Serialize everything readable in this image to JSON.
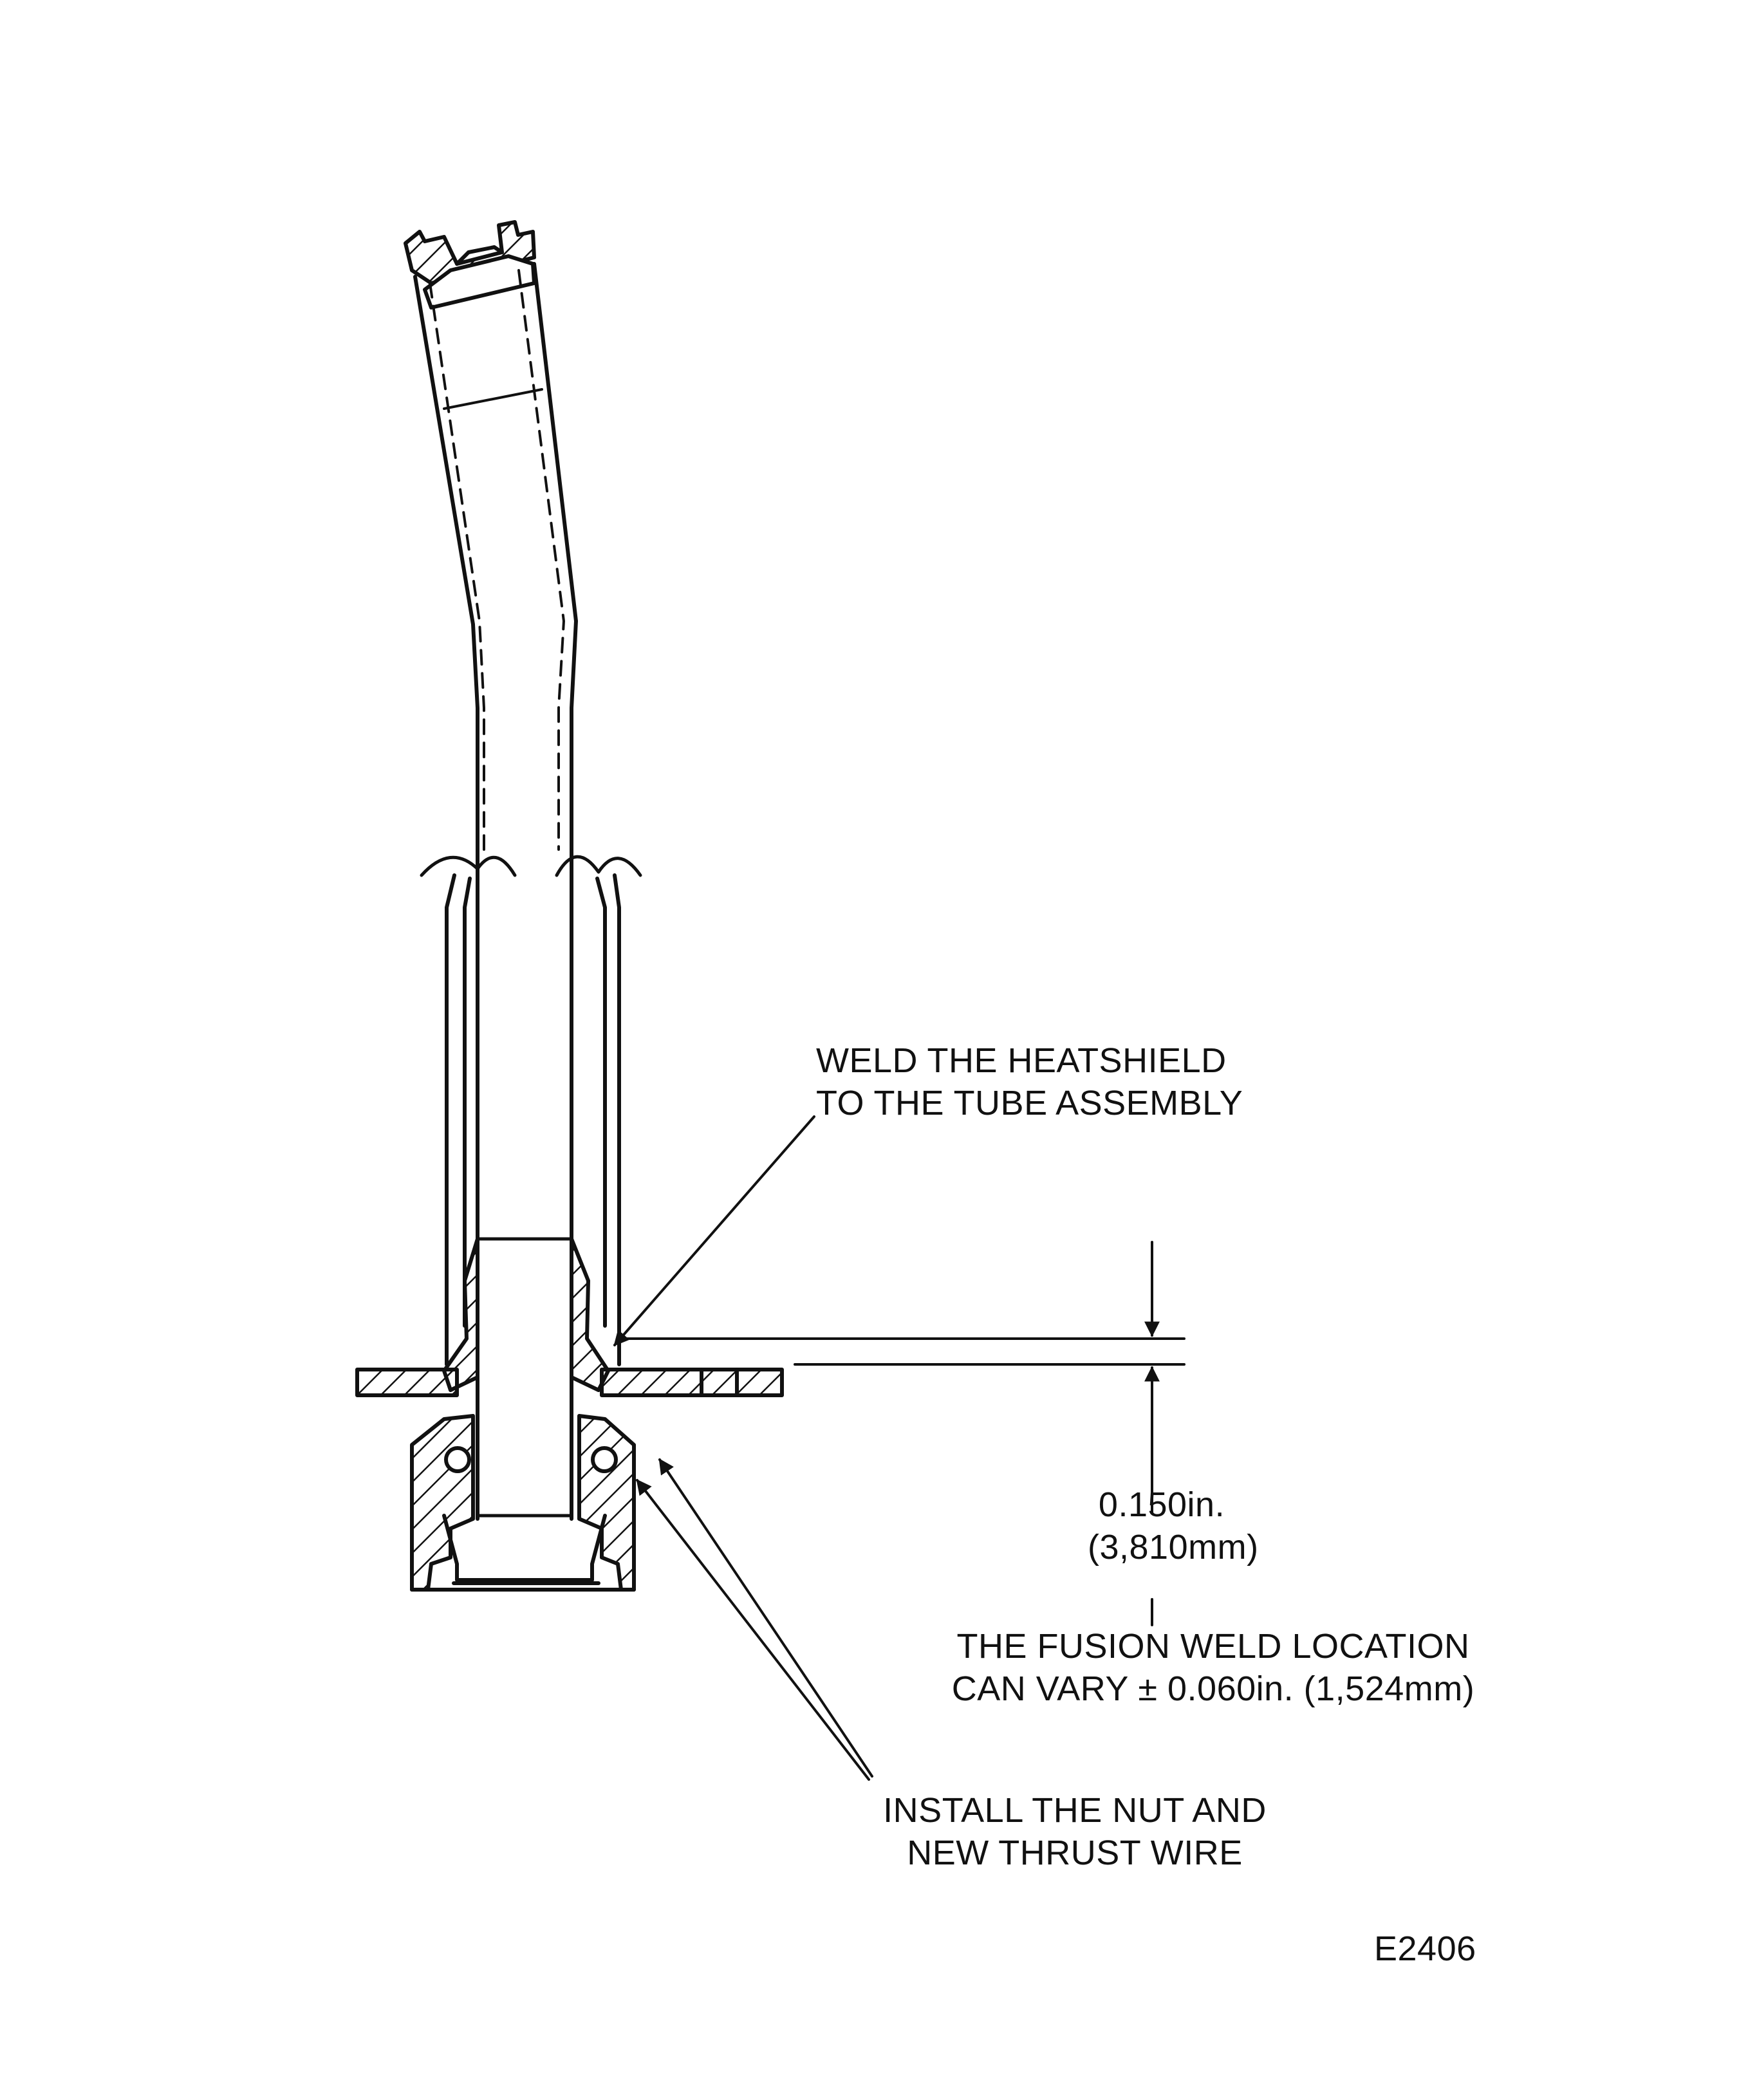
{
  "figure_id": "E2406",
  "colors": {
    "ink": "#111111",
    "paper": "#ffffff"
  },
  "callouts": {
    "weld_heatshield": [
      "WELD THE HEATSHIELD",
      "TO THE TUBE ASSEMBLY"
    ],
    "dimension_in": "0.150in.",
    "dimension_mm": "(3,810mm)",
    "fusion_weld": [
      "THE FUSION WELD LOCATION",
      "CAN VARY ± 0.060in. (1,524mm)"
    ],
    "install_nut": [
      "INSTALL THE NUT AND",
      "NEW THRUST WIRE"
    ]
  }
}
